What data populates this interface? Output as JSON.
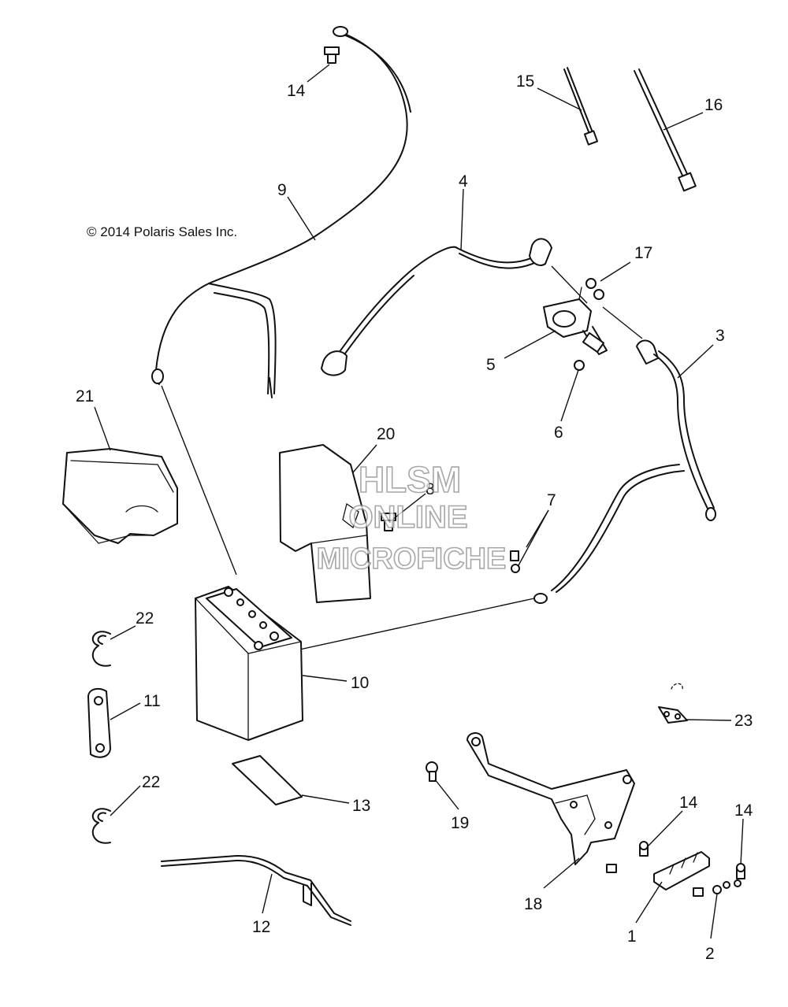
{
  "copyright": "© 2014 Polaris Sales Inc.",
  "watermark": {
    "line1": "HLSM",
    "line2": "ONLINE",
    "line3": "MICROFICHE"
  },
  "callouts": {
    "c1": "1",
    "c2": "2",
    "c3": "3",
    "c4": "4",
    "c5": "5",
    "c6": "6",
    "c7": "7",
    "c8": "8",
    "c9": "9",
    "c10": "10",
    "c11": "11",
    "c12": "12",
    "c13": "13",
    "c14a": "14",
    "c14b": "14",
    "c14c": "14",
    "c15": "15",
    "c16": "16",
    "c17": "17",
    "c18": "18",
    "c19": "19",
    "c20": "20",
    "c21": "21",
    "c22a": "22",
    "c22b": "22",
    "c23": "23"
  },
  "colors": {
    "line": "#111111",
    "background": "#ffffff",
    "watermark_outline": "#8a8a8a"
  }
}
